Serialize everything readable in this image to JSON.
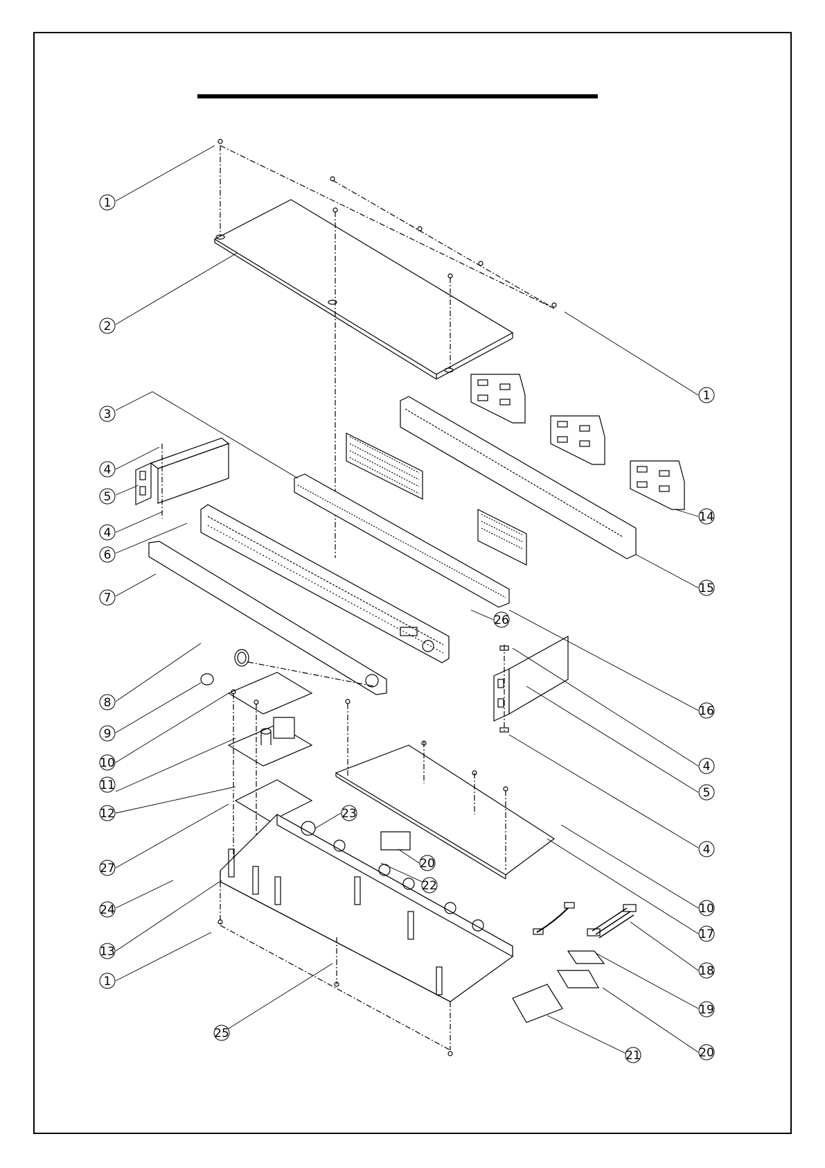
{
  "title": "",
  "colors": {
    "line": "#000000",
    "background": "#ffffff"
  },
  "callouts": [
    {
      "label": "1"
    },
    {
      "label": "2"
    },
    {
      "label": "1"
    },
    {
      "label": "3"
    },
    {
      "label": "4"
    },
    {
      "label": "5"
    },
    {
      "label": "4"
    },
    {
      "label": "6"
    },
    {
      "label": "7"
    },
    {
      "label": "14"
    },
    {
      "label": "15"
    },
    {
      "label": "26"
    },
    {
      "label": "8"
    },
    {
      "label": "9"
    },
    {
      "label": "10"
    },
    {
      "label": "11"
    },
    {
      "label": "12"
    },
    {
      "label": "16"
    },
    {
      "label": "4"
    },
    {
      "label": "5"
    },
    {
      "label": "4"
    },
    {
      "label": "27"
    },
    {
      "label": "23"
    },
    {
      "label": "20"
    },
    {
      "label": "22"
    },
    {
      "label": "10"
    },
    {
      "label": "17"
    },
    {
      "label": "24"
    },
    {
      "label": "13"
    },
    {
      "label": "1"
    },
    {
      "label": "18"
    },
    {
      "label": "19"
    },
    {
      "label": "20"
    },
    {
      "label": "21"
    },
    {
      "label": "25"
    }
  ]
}
